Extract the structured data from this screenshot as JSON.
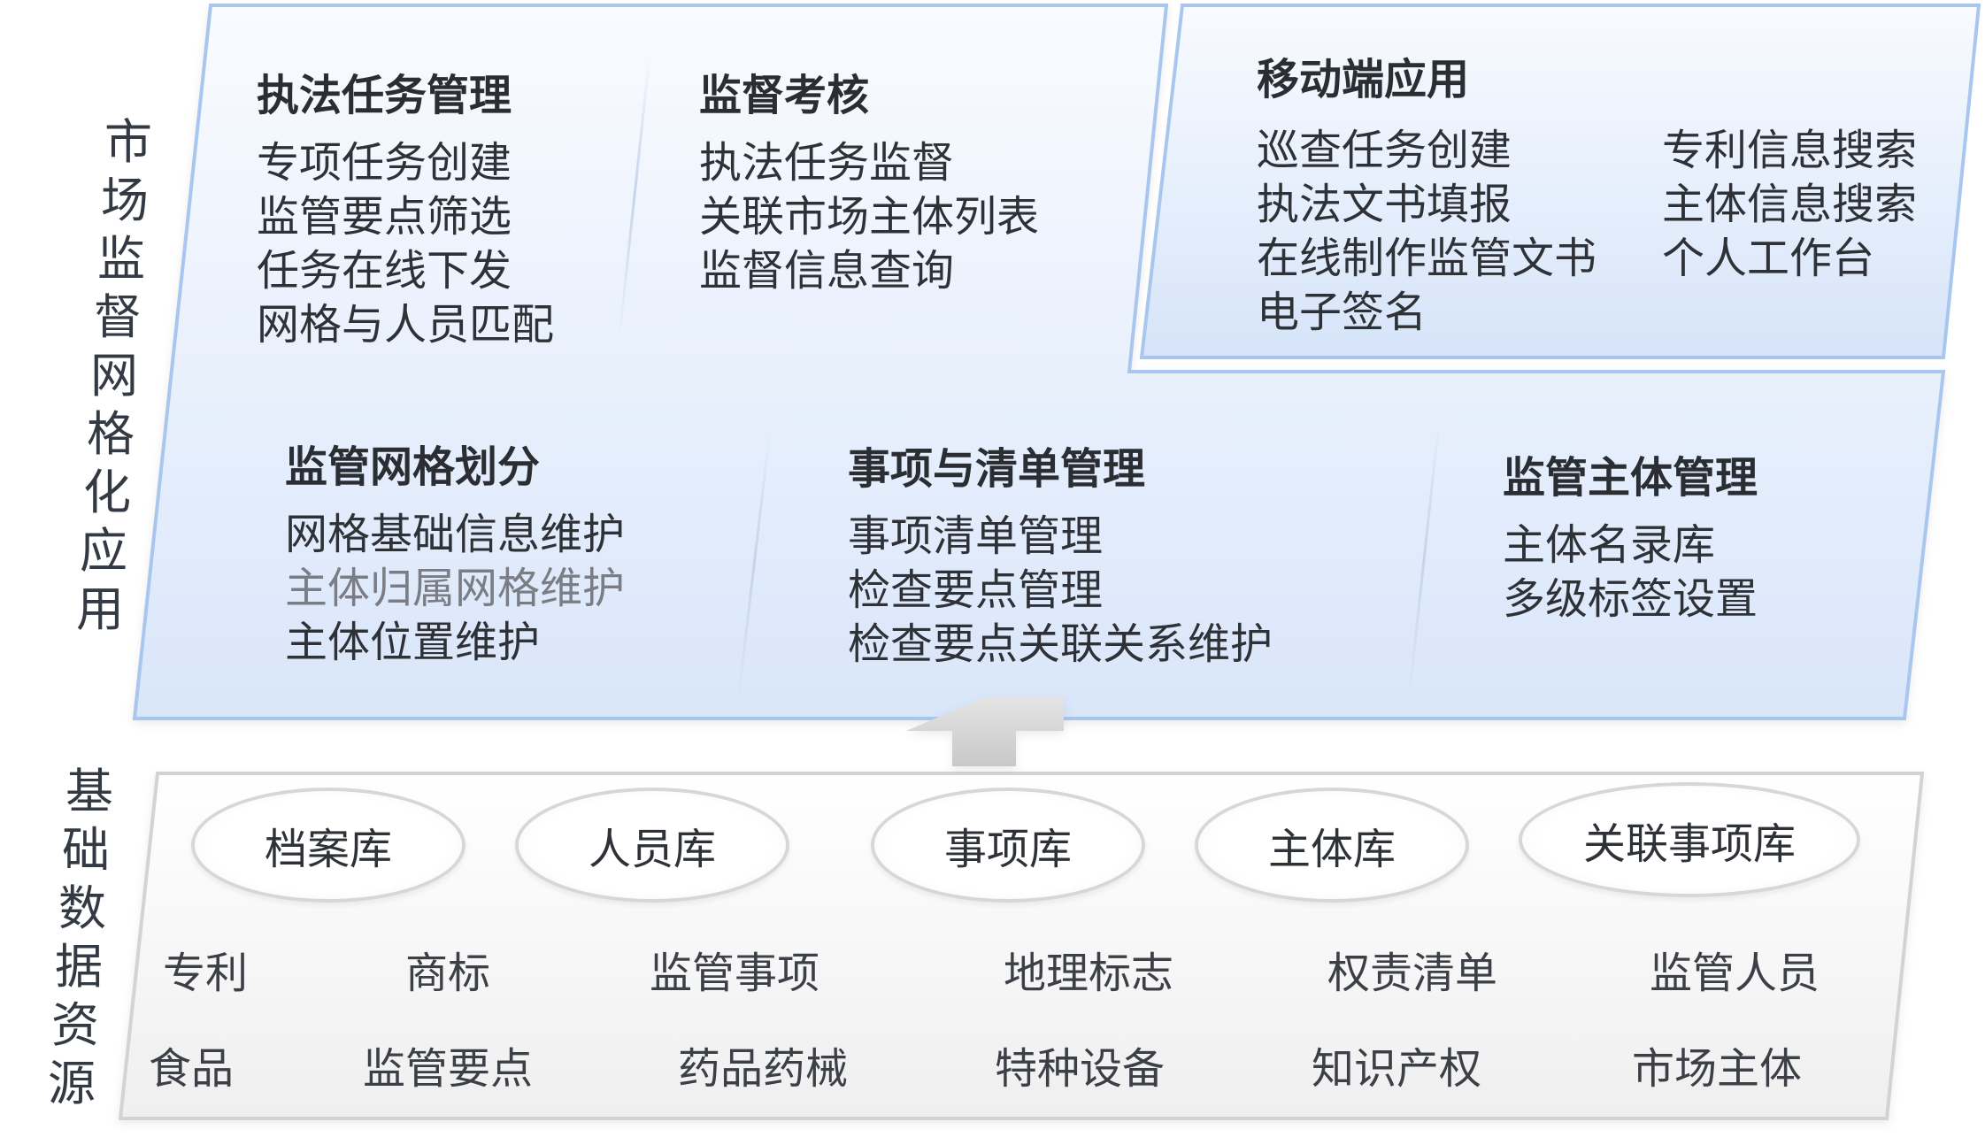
{
  "app_layer": {
    "label": "市场监督网格化应用",
    "modules": {
      "enforcement": {
        "title": "执法任务管理",
        "items": [
          "专项任务创建",
          "监管要点筛选",
          "任务在线下发",
          "网格与人员匹配"
        ]
      },
      "supervision": {
        "title": "监督考核",
        "items": [
          "执法任务监督",
          "关联市场主体列表",
          "监督信息查询"
        ]
      },
      "mobile": {
        "title": "移动端应用",
        "col1": [
          "巡查任务创建",
          "执法文书填报",
          "在线制作监管文书",
          "电子签名"
        ],
        "col2": [
          "专利信息搜索",
          "主体信息搜索",
          "个人工作台"
        ]
      },
      "grid": {
        "title": "监管网格划分",
        "items": [
          "网格基础信息维护",
          "主体归属网格维护",
          "主体位置维护"
        ]
      },
      "matters": {
        "title": "事项与清单管理",
        "items": [
          "事项清单管理",
          "检查要点管理",
          "检查要点关联关系维护"
        ]
      },
      "subject": {
        "title": "监管主体管理",
        "items": [
          "主体名录库",
          "多级标签设置"
        ]
      }
    }
  },
  "data_layer": {
    "label": "基础数据资源",
    "databases": [
      "档案库",
      "人员库",
      "事项库",
      "主体库",
      "关联事项库"
    ],
    "sources_row1": [
      "专利",
      "商标",
      "监管事项",
      "地理标志",
      "权责清单",
      "监管人员"
    ],
    "sources_row2": [
      "食品",
      "监管要点",
      "药品药械",
      "特种设备",
      "知识产权",
      "市场主体"
    ]
  },
  "colors": {
    "app_fill_top": "#f7faff",
    "app_fill_bottom": "#dbe8fb",
    "app_border": "#a9c6ef",
    "data_fill": "#f5f5f5",
    "data_border": "#d3d3d3",
    "arrow": "#d0d0d0",
    "text": "#2e3237"
  }
}
